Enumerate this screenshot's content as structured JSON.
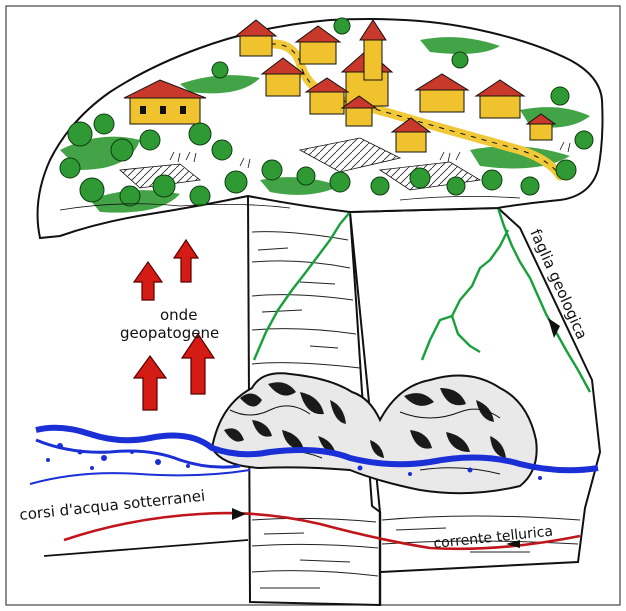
{
  "labels": {
    "waves": [
      "onde",
      "geopatogene"
    ],
    "fault": "faglia geologica",
    "water": "corsi d'acqua sotterranei",
    "telluric": "corrente tellurica"
  },
  "colors": {
    "arrow": "#d41b14",
    "arrow_edge": "#5a0000",
    "fault_line": "#18a03a",
    "water": "#1b2fd6",
    "telluric": "#c0151a",
    "grass": "#2f9a33",
    "roof": "#c9392b",
    "wall": "#f0c22e",
    "road": "#f1c838",
    "ink": "#111111"
  },
  "icons": {
    "waves": "red-up-arrow-icon",
    "village": "house-icon",
    "tree": "tree-icon"
  }
}
